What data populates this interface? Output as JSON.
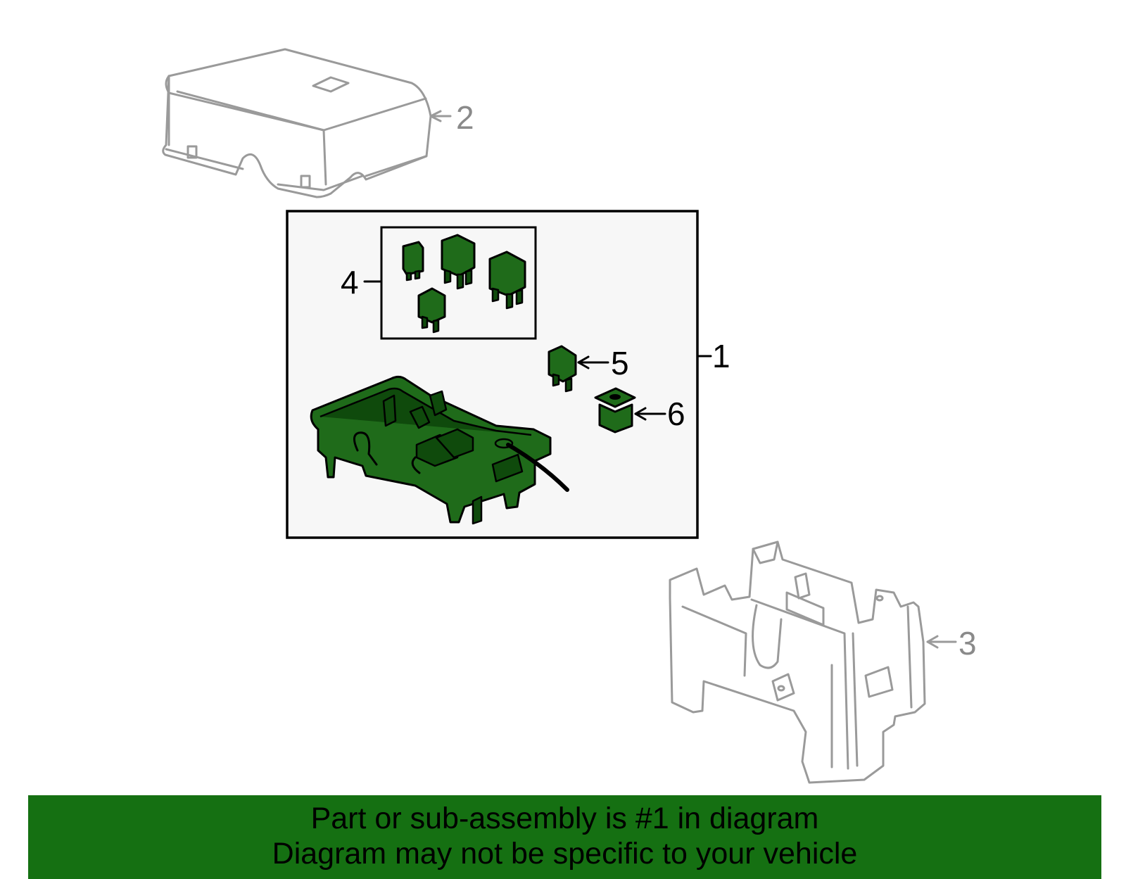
{
  "callouts": {
    "c1": "1",
    "c2": "2",
    "c3": "3",
    "c4": "4",
    "c5": "5",
    "c6": "6"
  },
  "footer": {
    "line1": "Part or sub-assembly is #1 in diagram",
    "line2": "Diagram may not be specific to your vehicle"
  },
  "colors": {
    "highlight_green": "#1f6b1a",
    "banner_green": "#157012",
    "outline_gray": "#9a9a9a"
  }
}
